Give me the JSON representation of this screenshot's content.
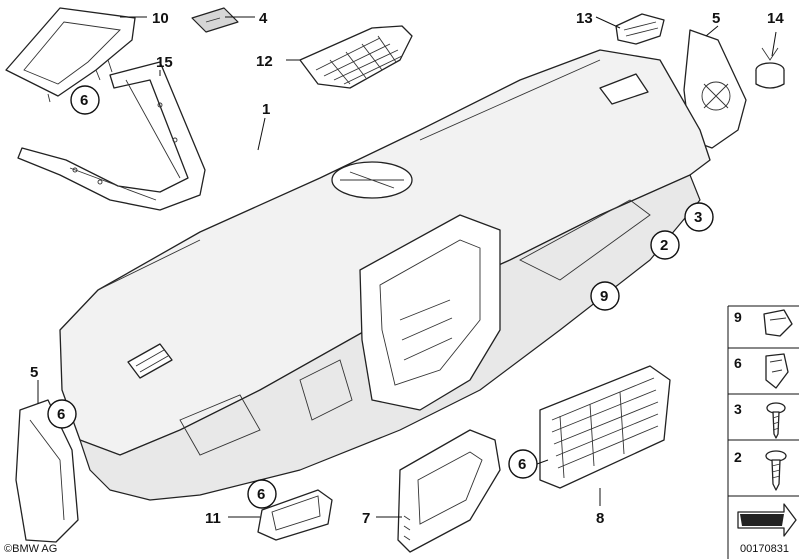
{
  "callouts": {
    "c1": "1",
    "c2": "2",
    "c3": "3",
    "c4": "4",
    "c5_top": "5",
    "c5_left": "5",
    "c6_a": "6",
    "c6_b": "6",
    "c6_c": "6",
    "c6_d": "6",
    "c7": "7",
    "c8": "8",
    "c9": "9",
    "c10": "10",
    "c11": "11",
    "c12": "12",
    "c13": "13",
    "c14": "14",
    "c15": "15"
  },
  "legend": {
    "items": [
      {
        "label": "9"
      },
      {
        "label": "6"
      },
      {
        "label": "3"
      },
      {
        "label": "2"
      }
    ]
  },
  "footer": {
    "copyright": "©BMW AG",
    "diagram_number": "00170831"
  }
}
